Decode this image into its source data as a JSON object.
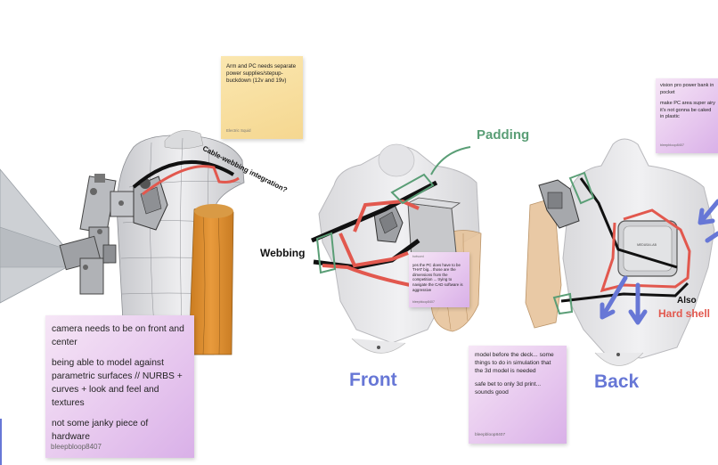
{
  "sticky_notes": {
    "camera": {
      "paragraphs": [
        "camera needs to be on front and center",
        "being able to model against parametric surfaces // NURBS + curves + look and feel and textures",
        "not some janky piece of hardware"
      ],
      "author": "bleepbloop8407"
    },
    "power": {
      "text": "Arm and PC needs separate power supplies/stepup-buckdown (12v and 19v)",
      "author": "Electric Squid"
    },
    "pc": {
      "small_author": "bwlsued",
      "text": "yes the PC does have to be THAT big... those are the dimensions from the competition ... trying to navigate the CAD software is aggressive",
      "author": "bleepbloop8407"
    },
    "model": {
      "paragraphs": [
        "model before the deck... some things to do in simulation that the 3d model is needed",
        "safe bet to only 3d print... sounds good"
      ],
      "author": "bleepbloop8407"
    },
    "vision": {
      "paragraphs": [
        "vision pro power bank in pocket",
        "make PC area super airy it's not gonna be caked in plastic"
      ],
      "author": "bleepbloop8407"
    }
  },
  "annotations": {
    "padding": "Padding",
    "webbing": "Webbing",
    "cable": "Cable-webbing integration?",
    "front": "Front",
    "back": "Back",
    "also": "Also",
    "hard_shell": "Hard shell"
  },
  "pc_label": "MEDUSA LAB",
  "colors": {
    "red_marker": "#e2584e",
    "green_marker": "#5a9e76",
    "blue_marker": "#6777d6",
    "pink_note": "#e6c6ee",
    "yellow_note": "#f5d790",
    "orange_sleeve": "#e0902f"
  }
}
